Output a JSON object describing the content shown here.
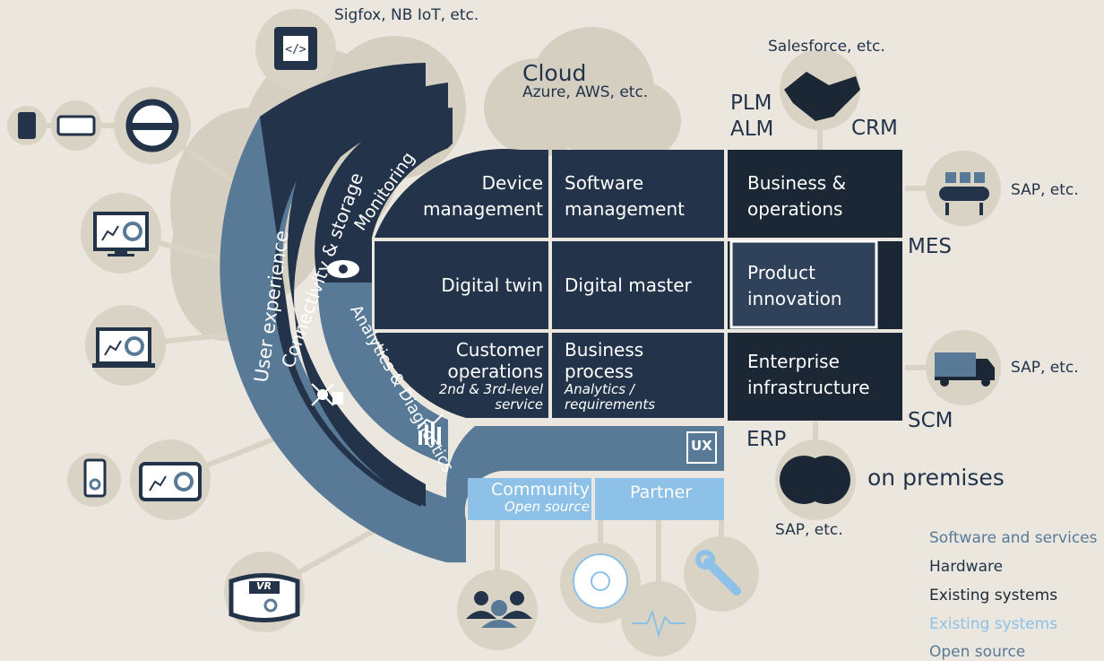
{
  "colors": {
    "background": "#ebe7df",
    "cloud": "#d5cfc1",
    "circle": "#d9d3c6",
    "navy": "#23344a",
    "dark_navy": "#1b2735",
    "steel_blue": "#587a97",
    "light_blue": "#8dc1e7"
  },
  "labels": {
    "sigfox": "Sigfox, NB IoT, etc.",
    "cloud_title": "Cloud",
    "cloud_sub": "Azure, AWS, etc.",
    "salesforce": "Salesforce, etc.",
    "plm": "PLM",
    "alm": "ALM",
    "crm": "CRM",
    "mes": "MES",
    "scm": "SCM",
    "erp": "ERP",
    "sap_top": "SAP, etc.",
    "sap_mid": "SAP, etc.",
    "sap_bottom": "SAP, etc.",
    "on_premises": "on premises"
  },
  "rings": {
    "user_experience": "User experience",
    "connectivity": "Connectivity & storage",
    "monitoring": "Monitoring",
    "analytics": "Analytics & Diagnostics"
  },
  "grid": {
    "device_management": "Device management",
    "software_management": "Software management",
    "business_operations": "Business & operations",
    "digital_twin": "Digital twin",
    "digital_master": "Digital master",
    "product_innovation": "Product innovation",
    "customer_operations": "Customer operations",
    "customer_operations_sub": "2nd & 3rd-level service",
    "business_process": "Business process",
    "business_process_sub": "Analytics / requirements",
    "enterprise_infrastructure": "Enterprise infrastructure"
  },
  "community": {
    "title": "Community",
    "sub": "Open source"
  },
  "partner": "Partner",
  "ux_badge": "UX",
  "vr_badge": "VR",
  "legend": [
    {
      "label": "Software and services",
      "color": "#587a97"
    },
    {
      "label": "Hardware",
      "color": "#23344a"
    },
    {
      "label": "Existing systems",
      "color": "#1b2735"
    },
    {
      "label": "Existing systems",
      "color": "#8dc1e7"
    },
    {
      "label": "Open source",
      "color": "#587a97"
    }
  ],
  "icons": [
    "chip-icon",
    "handshake-icon",
    "conveyor-icon",
    "truck-icon",
    "venn-icon",
    "eye-icon",
    "network-icon",
    "bar-chart-icon",
    "cd-icon",
    "pulse-icon",
    "wrench-icon",
    "people-icon",
    "monitor-icon",
    "laptop-icon",
    "tablet-icon",
    "phone-icon",
    "vr-headset-icon",
    "steering-wheel-icon"
  ]
}
